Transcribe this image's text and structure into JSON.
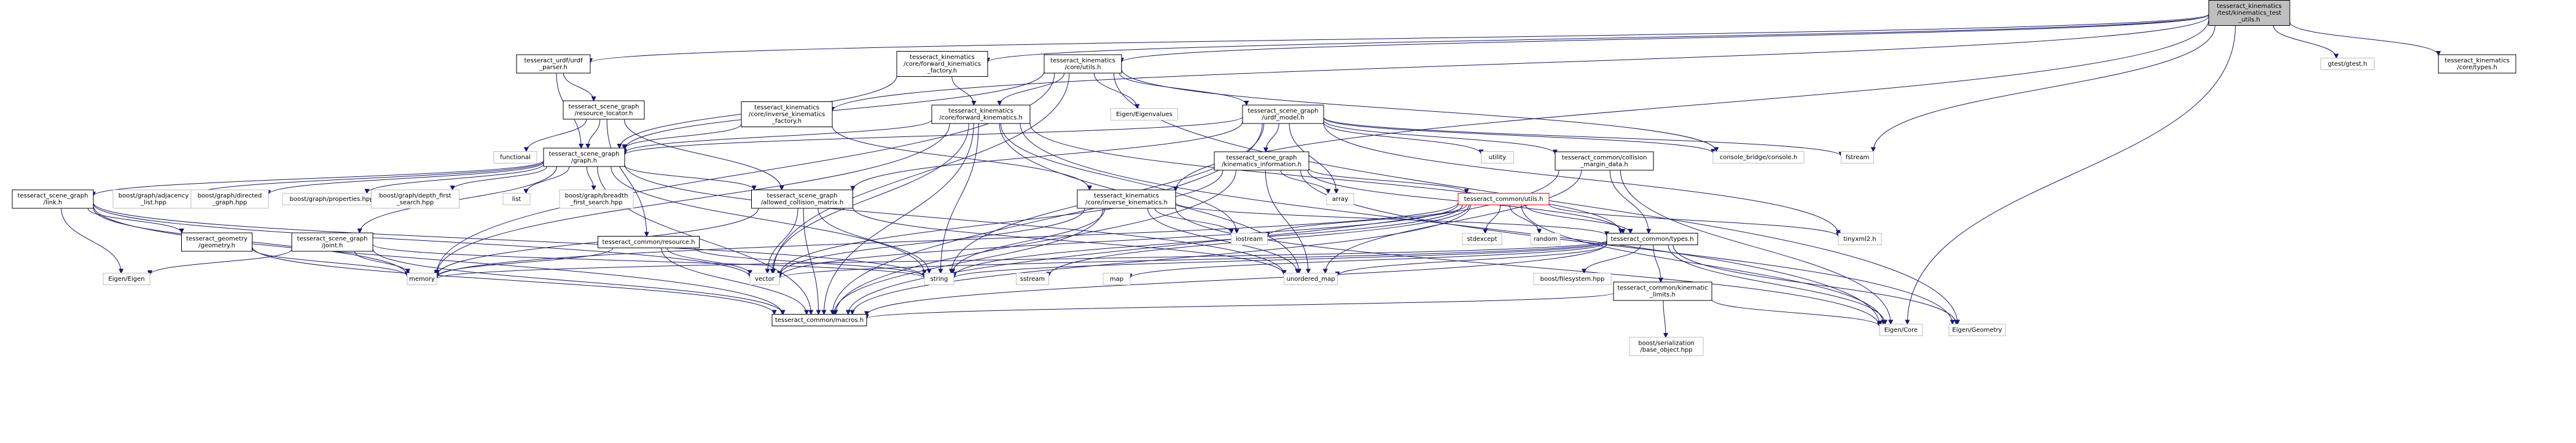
{
  "colors": {
    "edge": "#191970",
    "node_border": "#000000",
    "root_fill": "#bfbfbf",
    "node_fill": "#ffffff",
    "external_border": "#bfbfbf",
    "highlight_border": "#ff0000"
  },
  "graph": {
    "nodes": [
      {
        "id": "root",
        "label": "tesseract_kinematics\n/test/kinematics_test\n_utils.h",
        "style": "root"
      },
      {
        "id": "urdf_parser",
        "label": "tesseract_urdf/urdf\n_parser.h",
        "style": "normal"
      },
      {
        "id": "fk_factory",
        "label": "tesseract_kinematics\n/core/forward_kinematics\n_factory.h",
        "style": "normal"
      },
      {
        "id": "core_utils",
        "label": "tesseract_kinematics\n/core/utils.h",
        "style": "normal"
      },
      {
        "id": "gtest",
        "label": "gtest/gtest.h",
        "style": "external"
      },
      {
        "id": "core_types",
        "label": "tesseract_kinematics\n/core/types.h",
        "style": "normal"
      },
      {
        "id": "resource_locator",
        "label": "tesseract_scene_graph\n/resource_locator.h",
        "style": "normal"
      },
      {
        "id": "ik_factory",
        "label": "tesseract_kinematics\n/core/inverse_kinematics\n_factory.h",
        "style": "normal"
      },
      {
        "id": "fk",
        "label": "tesseract_kinematics\n/core/forward_kinematics.h",
        "style": "normal"
      },
      {
        "id": "eigenvalues",
        "label": "Eigen/Eigenvalues",
        "style": "external"
      },
      {
        "id": "urdf_model",
        "label": "tesseract_scene_graph\n/urdf_model.h",
        "style": "normal"
      },
      {
        "id": "functional",
        "label": "functional",
        "style": "external"
      },
      {
        "id": "graph_h",
        "label": "tesseract_scene_graph\n/graph.h",
        "style": "normal"
      },
      {
        "id": "utility",
        "label": "utility",
        "style": "external"
      },
      {
        "id": "console_bridge",
        "label": "console_bridge/console.h",
        "style": "external"
      },
      {
        "id": "fstream",
        "label": "fstream",
        "style": "external"
      },
      {
        "id": "kin_info",
        "label": "tesseract_scene_graph\n/kinematics_information.h",
        "style": "normal"
      },
      {
        "id": "collision_margin",
        "label": "tesseract_common/collision\n_margin_data.h",
        "style": "normal"
      },
      {
        "id": "link_h",
        "label": "tesseract_scene_graph\n/link.h",
        "style": "normal"
      },
      {
        "id": "adj_list",
        "label": "boost/graph/adjacency\n_list.hpp",
        "style": "external"
      },
      {
        "id": "directed_graph",
        "label": "boost/graph/directed\n_graph.hpp",
        "style": "external"
      },
      {
        "id": "properties",
        "label": "boost/graph/properties.hpp",
        "style": "external"
      },
      {
        "id": "dfs",
        "label": "boost/graph/depth_first\n_search.hpp",
        "style": "external"
      },
      {
        "id": "list",
        "label": "list",
        "style": "external"
      },
      {
        "id": "bfs",
        "label": "boost/graph/breadth\n_first_search.hpp",
        "style": "external"
      },
      {
        "id": "acm",
        "label": "tesseract_scene_graph\n/allowed_collision_matrix.h",
        "style": "normal"
      },
      {
        "id": "ik",
        "label": "tesseract_kinematics\n/core/inverse_kinematics.h",
        "style": "normal"
      },
      {
        "id": "array",
        "label": "array",
        "style": "external"
      },
      {
        "id": "common_utils",
        "label": "tesseract_common/utils.h",
        "style": "highlight"
      },
      {
        "id": "geometry",
        "label": "tesseract_geometry\n/geometry.h",
        "style": "normal"
      },
      {
        "id": "joint_h",
        "label": "tesseract_scene_graph\n/joint.h",
        "style": "normal"
      },
      {
        "id": "resource_h",
        "label": "tesseract_common/resource.h",
        "style": "normal"
      },
      {
        "id": "iostream",
        "label": "iostream",
        "style": "external"
      },
      {
        "id": "stdexcept",
        "label": "stdexcept",
        "style": "external"
      },
      {
        "id": "random",
        "label": "random",
        "style": "external"
      },
      {
        "id": "common_types",
        "label": "tesseract_common/types.h",
        "style": "normal"
      },
      {
        "id": "tinyxml2",
        "label": "tinyxml2.h",
        "style": "external"
      },
      {
        "id": "eigen_eigen",
        "label": "Eigen/Eigen",
        "style": "external"
      },
      {
        "id": "memory",
        "label": "memory",
        "style": "external"
      },
      {
        "id": "vector",
        "label": "vector",
        "style": "external"
      },
      {
        "id": "string",
        "label": "string",
        "style": "external"
      },
      {
        "id": "sstream",
        "label": "sstream",
        "style": "external"
      },
      {
        "id": "map",
        "label": "map",
        "style": "external"
      },
      {
        "id": "unordered_map",
        "label": "unordered_map",
        "style": "external"
      },
      {
        "id": "boost_filesystem",
        "label": "boost/filesystem.hpp",
        "style": "external"
      },
      {
        "id": "kin_limits",
        "label": "tesseract_common/kinematic\n_limits.h",
        "style": "normal"
      },
      {
        "id": "macros",
        "label": "tesseract_common/macros.h",
        "style": "normal"
      },
      {
        "id": "base_object",
        "label": "boost/serialization\n/base_object.hpp",
        "style": "external"
      },
      {
        "id": "eigen_core",
        "label": "Eigen/Core",
        "style": "external"
      },
      {
        "id": "eigen_geometry",
        "label": "Eigen/Geometry",
        "style": "external"
      }
    ],
    "edges": [
      [
        "root",
        "urdf_parser"
      ],
      [
        "root",
        "fk_factory"
      ],
      [
        "root",
        "core_utils"
      ],
      [
        "root",
        "gtest"
      ],
      [
        "root",
        "core_types"
      ],
      [
        "root",
        "ik_factory"
      ],
      [
        "root",
        "ik"
      ],
      [
        "root",
        "fstream"
      ],
      [
        "root",
        "eigen_core"
      ],
      [
        "urdf_parser",
        "resource_locator"
      ],
      [
        "urdf_parser",
        "graph_h"
      ],
      [
        "fk_factory",
        "fk"
      ],
      [
        "fk_factory",
        "graph_h"
      ],
      [
        "core_utils",
        "fk"
      ],
      [
        "core_utils",
        "eigenvalues"
      ],
      [
        "core_utils",
        "urdf_model"
      ],
      [
        "core_utils",
        "graph_h"
      ],
      [
        "core_utils",
        "console_bridge"
      ],
      [
        "core_utils",
        "eigen_geometry"
      ],
      [
        "core_utils",
        "vector"
      ],
      [
        "core_utils",
        "memory"
      ],
      [
        "resource_locator",
        "functional"
      ],
      [
        "resource_locator",
        "graph_h"
      ],
      [
        "resource_locator",
        "resource_h"
      ],
      [
        "resource_locator",
        "acm"
      ],
      [
        "ik_factory",
        "graph_h"
      ],
      [
        "ik_factory",
        "ik"
      ],
      [
        "fk",
        "graph_h"
      ],
      [
        "fk",
        "vector"
      ],
      [
        "fk",
        "string"
      ],
      [
        "fk",
        "unordered_map"
      ],
      [
        "fk",
        "iostream"
      ],
      [
        "fk",
        "common_types"
      ],
      [
        "fk",
        "macros"
      ],
      [
        "fk",
        "memory"
      ],
      [
        "fk",
        "eigen_core"
      ],
      [
        "urdf_model",
        "graph_h"
      ],
      [
        "urdf_model",
        "kin_info"
      ],
      [
        "urdf_model",
        "collision_margin"
      ],
      [
        "urdf_model",
        "utility"
      ],
      [
        "urdf_model",
        "console_bridge"
      ],
      [
        "urdf_model",
        "fstream"
      ],
      [
        "urdf_model",
        "tinyxml2"
      ],
      [
        "urdf_model",
        "array"
      ],
      [
        "urdf_model",
        "acm"
      ],
      [
        "urdf_model",
        "string"
      ],
      [
        "urdf_model",
        "macros"
      ],
      [
        "graph_h",
        "link_h"
      ],
      [
        "graph_h",
        "adj_list"
      ],
      [
        "graph_h",
        "directed_graph"
      ],
      [
        "graph_h",
        "properties"
      ],
      [
        "graph_h",
        "dfs"
      ],
      [
        "graph_h",
        "list"
      ],
      [
        "graph_h",
        "bfs"
      ],
      [
        "graph_h",
        "acm"
      ],
      [
        "graph_h",
        "joint_h"
      ],
      [
        "graph_h",
        "string"
      ],
      [
        "graph_h",
        "unordered_map"
      ],
      [
        "graph_h",
        "macros"
      ],
      [
        "kin_info",
        "common_utils"
      ],
      [
        "kin_info",
        "common_types"
      ],
      [
        "kin_info",
        "array"
      ],
      [
        "kin_info",
        "vector"
      ],
      [
        "kin_info",
        "unordered_map"
      ],
      [
        "kin_info",
        "macros"
      ],
      [
        "kin_info",
        "eigen_geometry"
      ],
      [
        "collision_margin",
        "common_types"
      ],
      [
        "collision_margin",
        "eigen_core"
      ],
      [
        "collision_margin",
        "unordered_map"
      ],
      [
        "collision_margin",
        "macros"
      ],
      [
        "link_h",
        "geometry"
      ],
      [
        "link_h",
        "eigen_eigen"
      ],
      [
        "link_h",
        "memory"
      ],
      [
        "link_h",
        "vector"
      ],
      [
        "link_h",
        "string"
      ],
      [
        "link_h",
        "macros"
      ],
      [
        "acm",
        "vector"
      ],
      [
        "acm",
        "string"
      ],
      [
        "acm",
        "unordered_map"
      ],
      [
        "acm",
        "memory"
      ],
      [
        "acm",
        "macros"
      ],
      [
        "ik",
        "iostream"
      ],
      [
        "ik",
        "vector"
      ],
      [
        "ik",
        "string"
      ],
      [
        "ik",
        "common_types"
      ],
      [
        "ik",
        "unordered_map"
      ],
      [
        "ik",
        "macros"
      ],
      [
        "ik",
        "eigen_core"
      ],
      [
        "common_utils",
        "stdexcept"
      ],
      [
        "common_utils",
        "random"
      ],
      [
        "common_utils",
        "common_types"
      ],
      [
        "common_utils",
        "iostream"
      ],
      [
        "common_utils",
        "tinyxml2"
      ],
      [
        "common_utils",
        "vector"
      ],
      [
        "common_utils",
        "string"
      ],
      [
        "common_utils",
        "memory"
      ],
      [
        "common_utils",
        "eigen_core"
      ],
      [
        "common_utils",
        "sstream"
      ],
      [
        "common_utils",
        "macros"
      ],
      [
        "geometry",
        "memory"
      ],
      [
        "geometry",
        "macros"
      ],
      [
        "joint_h",
        "eigen_eigen"
      ],
      [
        "joint_h",
        "memory"
      ],
      [
        "joint_h",
        "string"
      ],
      [
        "joint_h",
        "macros"
      ],
      [
        "resource_h",
        "memory"
      ],
      [
        "resource_h",
        "vector"
      ],
      [
        "resource_h",
        "string"
      ],
      [
        "resource_h",
        "macros"
      ],
      [
        "common_types",
        "vector"
      ],
      [
        "common_types",
        "memory"
      ],
      [
        "common_types",
        "map"
      ],
      [
        "common_types",
        "unordered_map"
      ],
      [
        "common_types",
        "boost_filesystem"
      ],
      [
        "common_types",
        "kin_limits"
      ],
      [
        "common_types",
        "macros"
      ],
      [
        "common_types",
        "eigen_core"
      ],
      [
        "common_types",
        "eigen_geometry"
      ],
      [
        "common_types",
        "string"
      ],
      [
        "kin_limits",
        "base_object"
      ],
      [
        "kin_limits",
        "eigen_core"
      ],
      [
        "kin_limits",
        "macros"
      ]
    ]
  }
}
